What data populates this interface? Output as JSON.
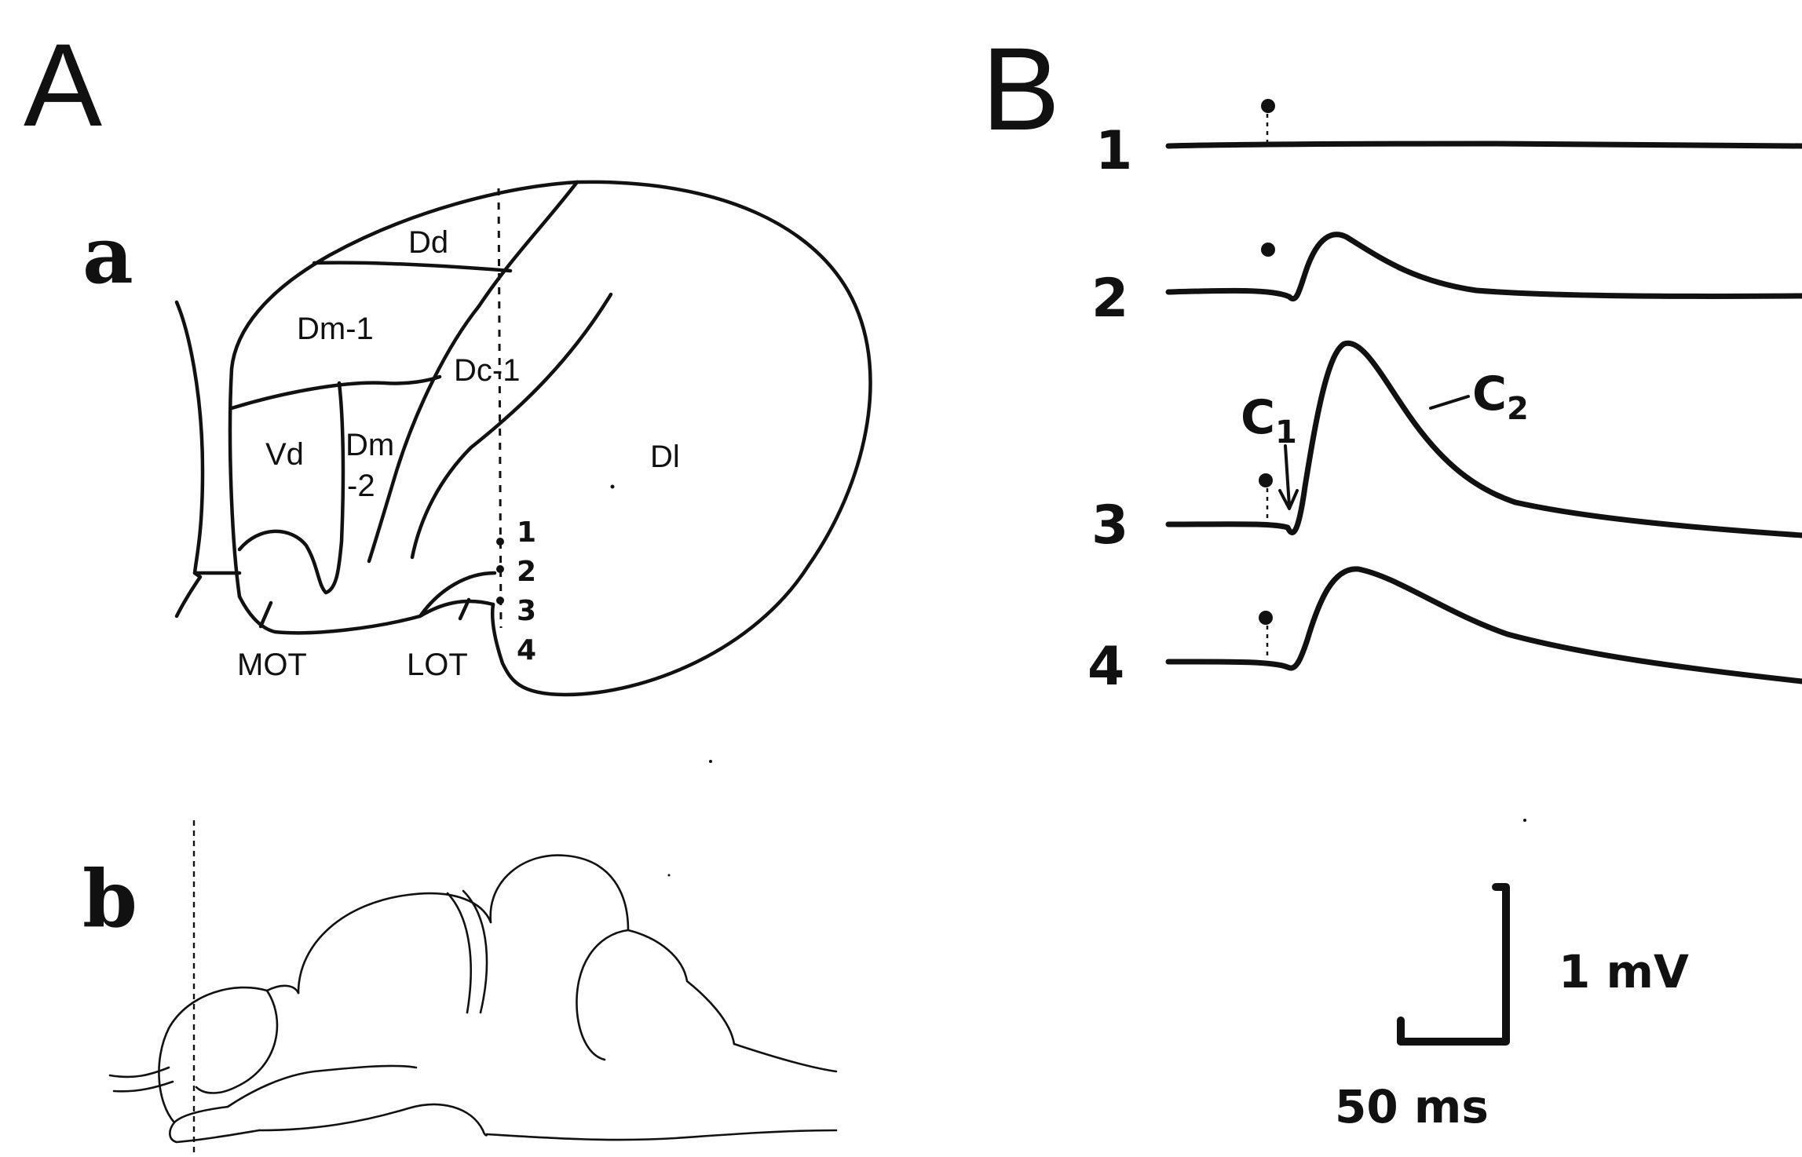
{
  "panels": {
    "A": {
      "label": "A",
      "a": {
        "label": "a",
        "regions": {
          "dd": "Dd",
          "dm1": "Dm-1",
          "dc1": "Dc-1",
          "vd": "Vd",
          "dm2": "Dm\n-2",
          "dl": "Dl",
          "mot": "MOT",
          "lot": "LOT"
        },
        "track_depths": [
          "1",
          "2",
          "3",
          "4"
        ]
      },
      "b": {
        "label": "b"
      }
    },
    "B": {
      "label": "B",
      "traces": [
        "1",
        "2",
        "3",
        "4"
      ],
      "annotations": {
        "c1": "C1",
        "c2": "C2"
      },
      "scale_bar": {
        "voltage": "1 mV",
        "time": "50 ms"
      }
    }
  },
  "colors": {
    "ink": "#111111",
    "background": "#ffffff"
  }
}
